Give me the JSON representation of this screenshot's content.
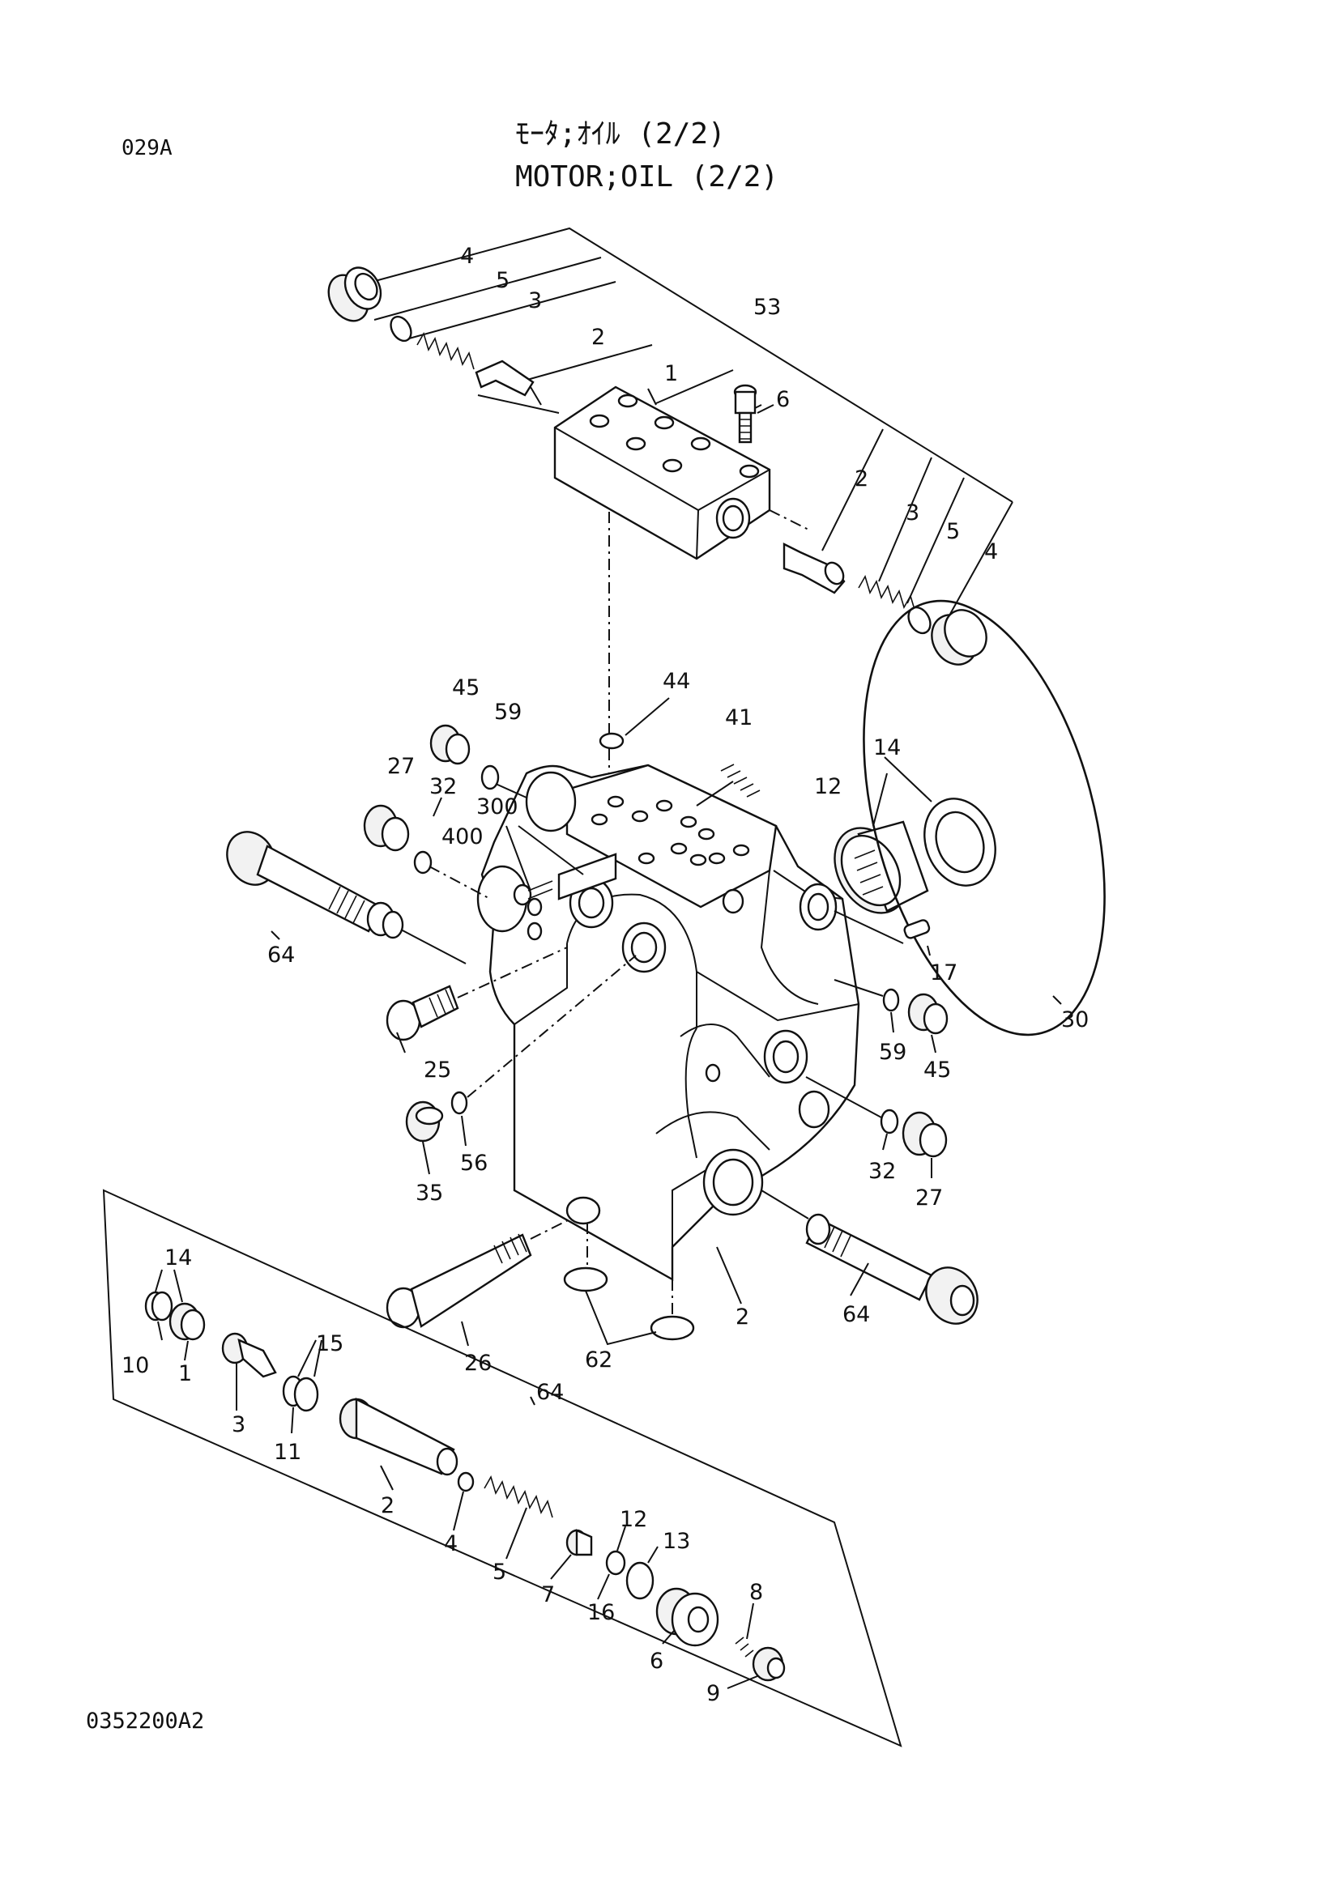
{
  "header": {
    "page_code": "029A",
    "title_jp": "ﾓｰﾀ;ｵｲﾙ (2/2)",
    "title_en": "MOTOR;OIL (2/2)"
  },
  "footer": {
    "drawing_number": "0352200A2"
  },
  "callouts": [
    "4",
    "5",
    "3",
    "2",
    "53",
    "1",
    "6",
    "2",
    "3",
    "5",
    "4",
    "44",
    "45",
    "59",
    "41",
    "27",
    "32",
    "300",
    "400",
    "12",
    "14",
    "64",
    "17",
    "25",
    "59",
    "45",
    "30",
    "35",
    "56",
    "32",
    "27",
    "26",
    "2",
    "62",
    "64",
    "14",
    "10",
    "1",
    "15",
    "3",
    "11",
    "64",
    "2",
    "4",
    "5",
    "12",
    "13",
    "7",
    "16",
    "8",
    "6",
    "9"
  ]
}
